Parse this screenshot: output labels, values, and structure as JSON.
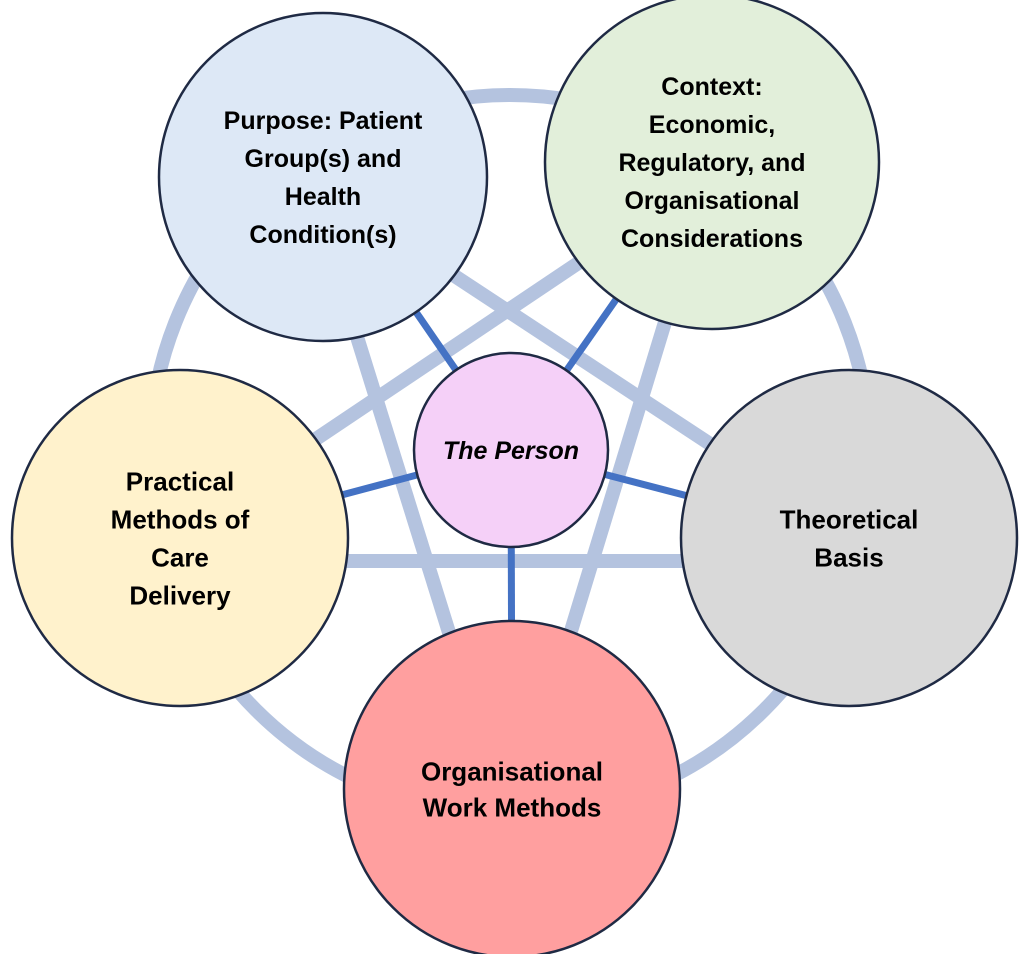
{
  "diagram": {
    "title": "",
    "center": {
      "label": "The Person",
      "fill": "#f5d0f8"
    },
    "nodes": [
      {
        "id": "purpose",
        "lines": [
          "Purpose: Patient",
          "Group(s) and",
          "Health",
          "Condition(s)"
        ],
        "fill": "#dde8f6"
      },
      {
        "id": "context",
        "lines": [
          "Context:",
          "Economic,",
          "Regulatory, and",
          "Organisational",
          "Considerations"
        ],
        "fill": "#e2efda"
      },
      {
        "id": "practical",
        "lines": [
          "Practical",
          "Methods of",
          "Care",
          "Delivery"
        ],
        "fill": "#fff2cc"
      },
      {
        "id": "theoretical",
        "lines": [
          "Theoretical",
          "Basis"
        ],
        "fill": "#d9d9d9"
      },
      {
        "id": "organisational",
        "lines": [
          "Organisational",
          "Work Methods"
        ],
        "fill": "#ff9f9f"
      }
    ],
    "colors": {
      "ring": "#b4c3df",
      "spoke": "#4472c4",
      "outline": "#1f2a44"
    }
  }
}
